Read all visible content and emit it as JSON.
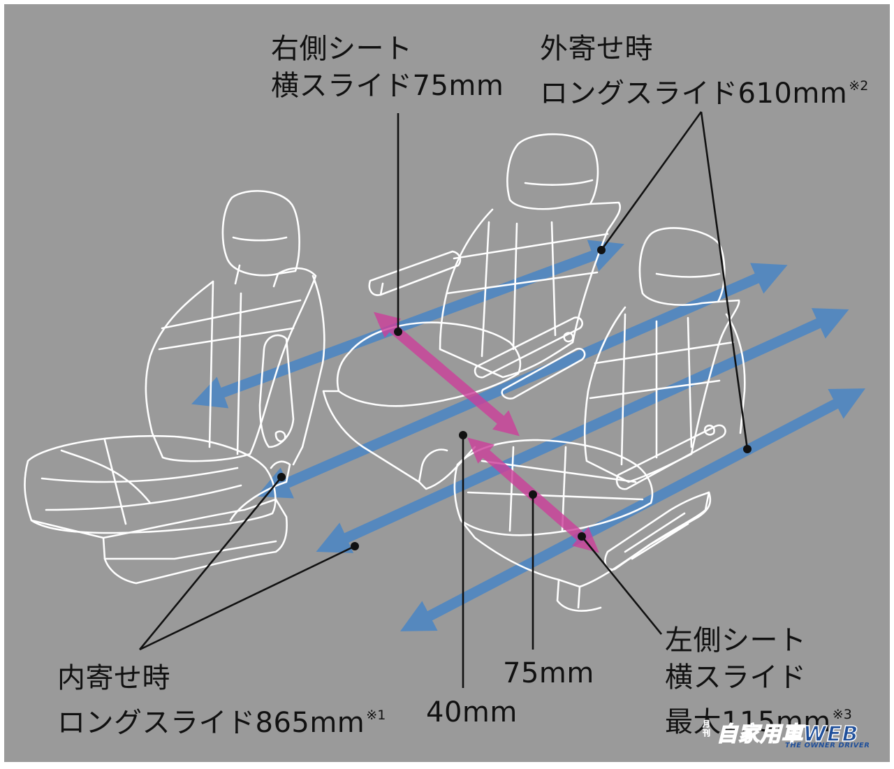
{
  "labels": {
    "right_seat": {
      "line1": "右側シート",
      "line2": "横スライド75mm"
    },
    "outer": {
      "line1": "外寄せ時",
      "line2": "ロングスライド610mm",
      "note": "※2"
    },
    "inner": {
      "line1": "内寄せ時",
      "line2": "ロングスライド865mm",
      "note": "※1"
    },
    "left_seat": {
      "line1": "左側シート",
      "line2": "横スライド",
      "line3": "最大115mm",
      "note": "※3"
    },
    "dim_75": "75mm",
    "dim_40": "40mm"
  },
  "logo": {
    "small": "月刊",
    "main": "自家用車WEB",
    "sub": "THE OWNER DRIVER"
  },
  "colors": {
    "background": "#9a9a9a",
    "frame": "#ffffff",
    "seat_outline": "#ffffff",
    "long_slide_arrow": "#4a86c5",
    "lateral_slide_arrow": "#cc3f9b",
    "leader_line": "#111111",
    "text": "#111111",
    "logo": "#1f4f9a"
  },
  "icons": {
    "seat": "car-seat-outline-icon",
    "long_arrow": "double-headed-arrow-icon",
    "lateral_arrow": "double-headed-arrow-icon"
  }
}
